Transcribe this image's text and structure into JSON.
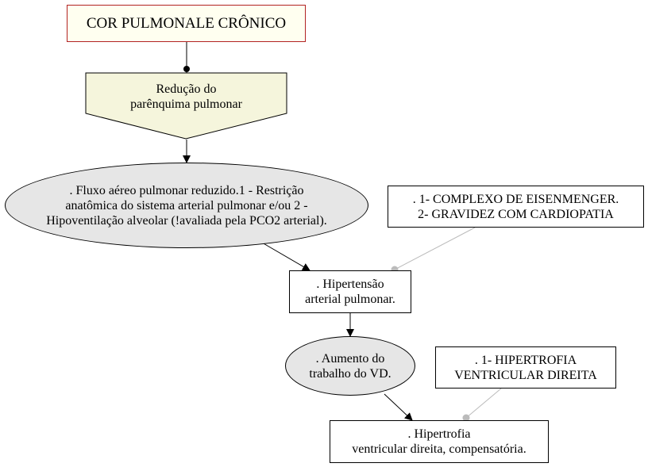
{
  "colors": {
    "title_border": "#b22222",
    "title_fill": "#fffff0",
    "pentagon_fill": "#f5f5dc",
    "ellipse_fill": "#e6e6e6",
    "note_edge": "#bbbbbb",
    "edge": "#000000"
  },
  "nodes": {
    "title": {
      "lines": [
        "COR PULMONALE CRÔNICO"
      ]
    },
    "reducao": {
      "lines": [
        "Redução do",
        "parênquima pulmonar"
      ]
    },
    "fluxo": {
      "lines": [
        ". Fluxo aéreo pulmonar reduzido.1 - Restrição",
        "anatômica do sistema arterial pulmonar e/ou 2 -",
        "Hipoventilação alveolar (!avaliada pela PCO2 arterial)."
      ]
    },
    "eisenmenger": {
      "lines": [
        ". 1- COMPLEXO DE EISENMENGER.",
        "2- GRAVIDEZ COM CARDIOPATIA"
      ]
    },
    "hipertensao": {
      "lines": [
        ". Hipertensão",
        "arterial pulmonar."
      ]
    },
    "aumento": {
      "lines": [
        ". Aumento do",
        "trabalho do VD."
      ]
    },
    "hipertrofia_note": {
      "lines": [
        ". 1- HIPERTROFIA",
        "VENTRICULAR DIREITA"
      ]
    },
    "hipertrofia": {
      "lines": [
        ". Hipertrofia",
        "ventricular direita, compensatória."
      ]
    }
  }
}
